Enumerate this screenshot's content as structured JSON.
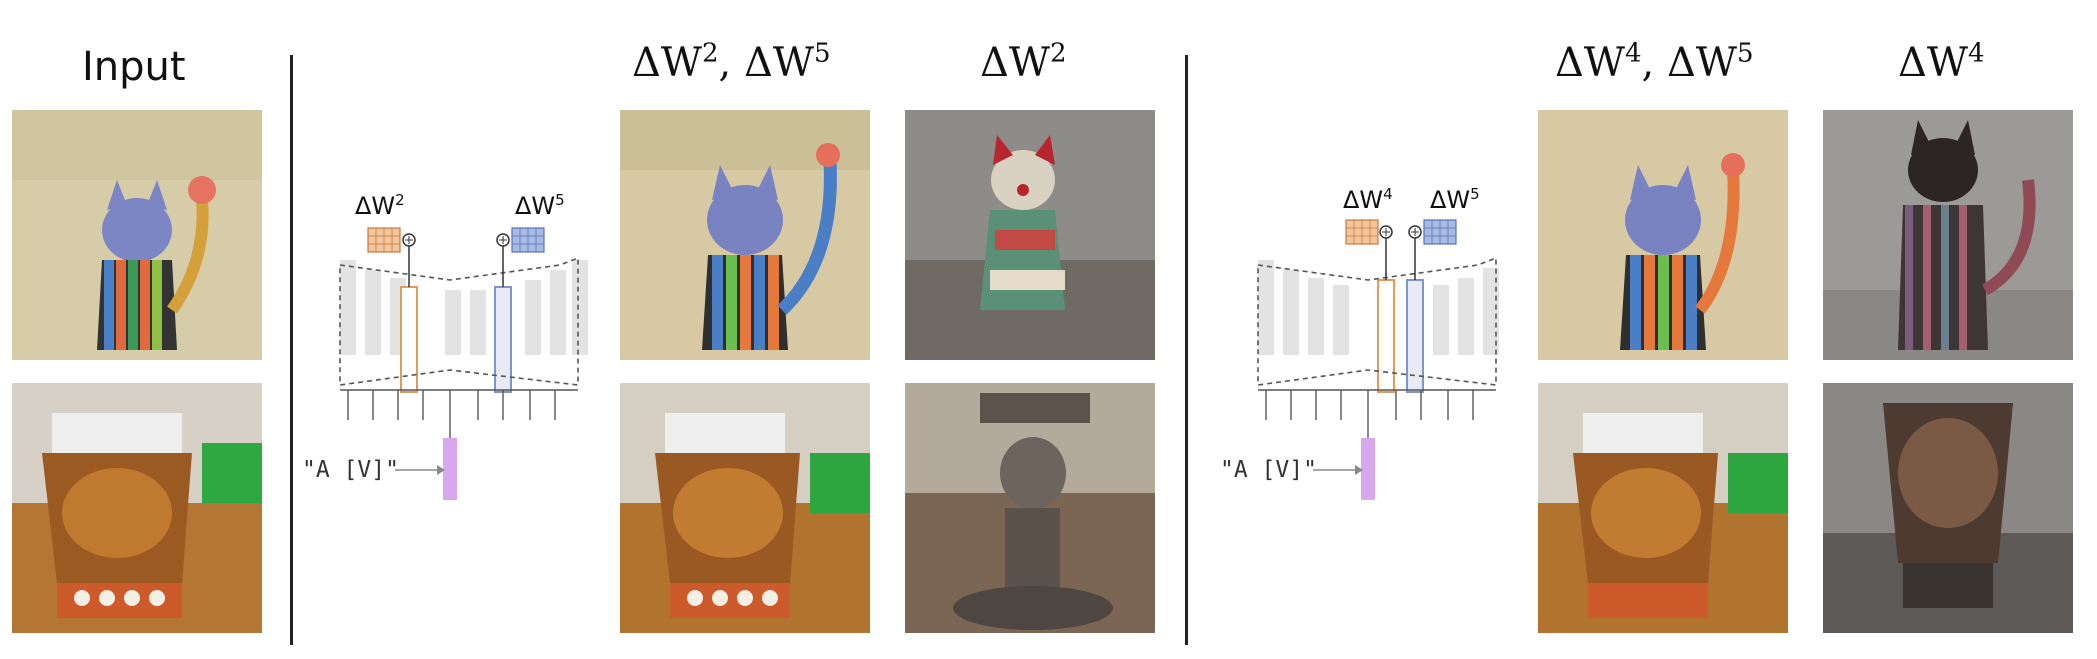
{
  "columns": {
    "input": "Input",
    "group1_a_base": "ΔW",
    "group1_a_sup1": "2",
    "group1_a_sep": ", ΔW",
    "group1_a_sup2": "5",
    "group1_b_base": "ΔW",
    "group1_b_sup": "2",
    "group2_a_base": "ΔW",
    "group2_a_sup1": "4",
    "group2_a_sep": ", ΔW",
    "group2_a_sup2": "5",
    "group2_b_base": "ΔW",
    "group2_b_sup": "4"
  },
  "diagram1": {
    "left_base": "ΔW",
    "left_sup": "2",
    "right_base": "ΔW",
    "right_sup": "5",
    "prompt": "\"A [V]\""
  },
  "diagram2": {
    "left_base": "ΔW",
    "left_sup": "4",
    "right_base": "ΔW",
    "right_sup": "5",
    "prompt": "\"A [V]\""
  },
  "colors": {
    "orange": "#e39a5a",
    "blue": "#7f95c9",
    "violet": "#d8a8ee",
    "gray_block": "#e3e3e3"
  }
}
